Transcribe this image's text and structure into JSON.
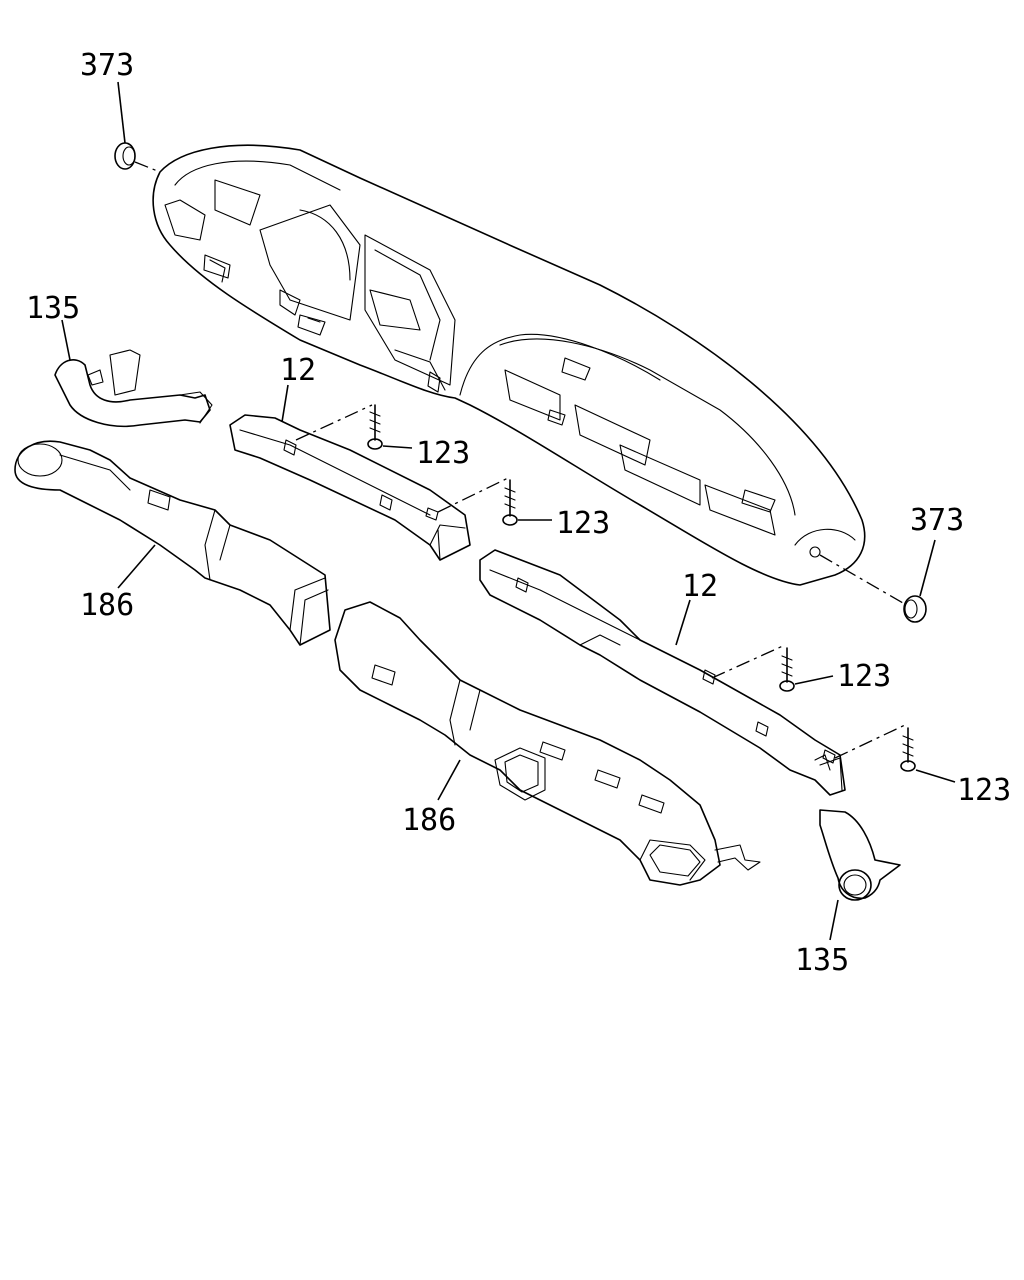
{
  "labels": {
    "cap_top_left": "373",
    "cap_right": "373",
    "hose_left": "135",
    "hose_right": "135",
    "duct_upper_left": "12",
    "duct_upper_right": "12",
    "screw_1": "123",
    "screw_2": "123",
    "screw_3": "123",
    "screw_4": "123",
    "duct_lower_left": "186",
    "duct_lower_right": "186"
  }
}
